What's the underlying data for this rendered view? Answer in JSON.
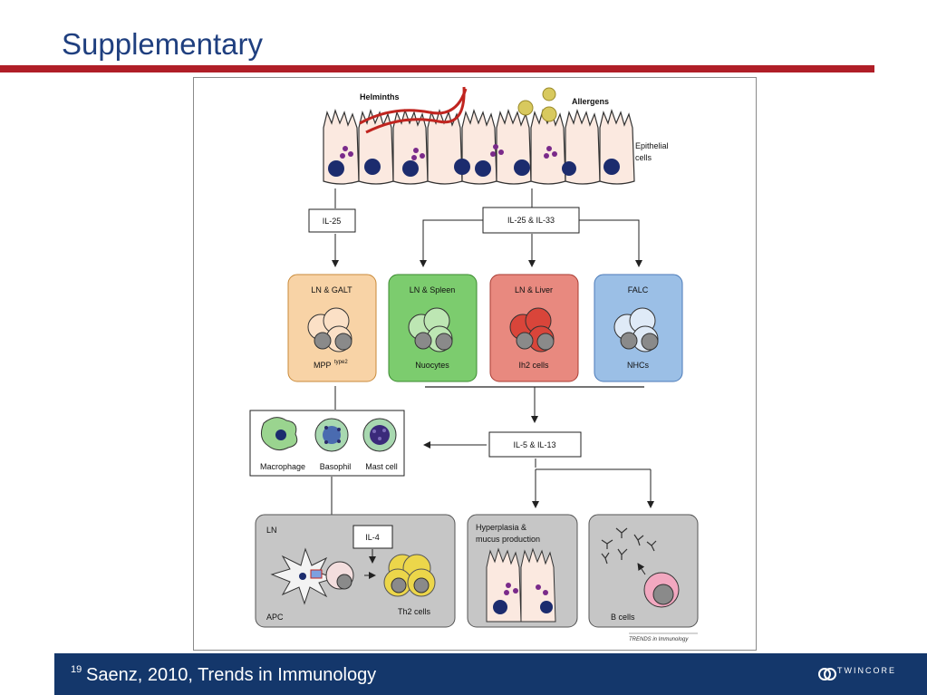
{
  "slide": {
    "title": "Supplementary",
    "footer_number": "19",
    "footer_text": "Saenz, 2010, Trends in Immunology",
    "logo_text": "TWINCORE"
  },
  "colors": {
    "title": "#1f3f7f",
    "rule": "#b01e27",
    "footer": "#14376b",
    "orange_box": "#f8d3a6",
    "green_box": "#7ccc6e",
    "red_box": "#e8897f",
    "blue_box": "#9bbfe6",
    "nucleus": "#1c2c6e",
    "granule": "#7a2a8a"
  },
  "figure": {
    "helminths": "Helminths",
    "allergens": "Allergens",
    "epithelial_line1": "Epithelial",
    "epithelial_line2": "cells",
    "il25": "IL-25",
    "il25_il33": "IL-25 & IL-33",
    "boxes": [
      {
        "title": "LN & GALT",
        "label_main": "MPP",
        "label_sup": "type2"
      },
      {
        "title": "LN & Spleen",
        "label_main": "Nuocytes",
        "label_sup": ""
      },
      {
        "title": "LN & Liver",
        "label_main": "Ih2 cells",
        "label_sup": ""
      },
      {
        "title": "FALC",
        "label_main": "NHCs",
        "label_sup": ""
      }
    ],
    "effector_cells": [
      "Macrophage",
      "Basophil",
      "Mast cell"
    ],
    "il5_il13": "IL-5 & IL-13",
    "ln_panel": {
      "ln": "LN",
      "il4": "IL-4",
      "apc": "APC",
      "th2": "Th2 cells"
    },
    "hyperplasia_line1": "Hyperplasia &",
    "hyperplasia_line2": "mucus production",
    "bcells": "B cells",
    "journal": "TRENDS in Immunology"
  }
}
